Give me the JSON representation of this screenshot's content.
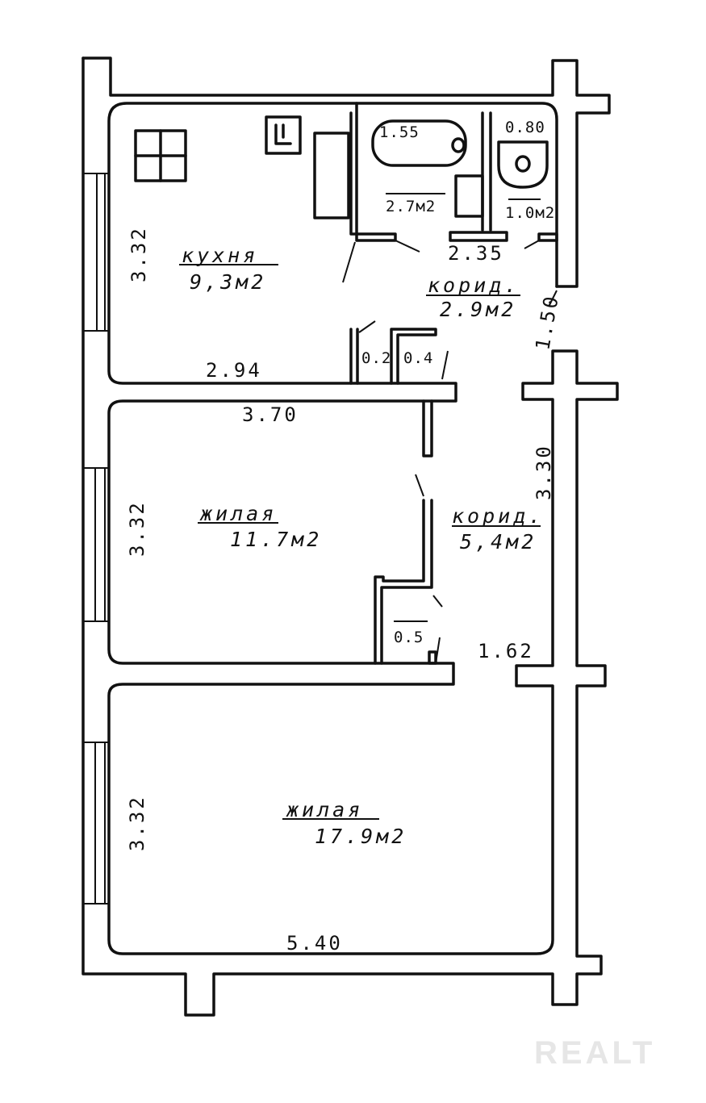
{
  "rooms": {
    "kitchen": {
      "name": "кухня",
      "area": "9,3м2"
    },
    "bathroom": {
      "length": "1.55",
      "area": "2.7м2"
    },
    "toilet": {
      "length": "0.80",
      "area": "1.0м2"
    },
    "corridor1": {
      "name": "корид.",
      "area": "2.9м2"
    },
    "living1": {
      "name": "жилая",
      "area": "11.7м2"
    },
    "corridor2": {
      "name": "корид.",
      "area": "5,4м2"
    },
    "living2": {
      "name": "жилая",
      "area": "17.9м2"
    }
  },
  "dimensions": {
    "kitchen_height": "3.32",
    "kitchen_width": "2.94",
    "bath_width": "2.35",
    "corridor_diag": "1.50",
    "closet_a": "0.2",
    "closet_b": "0.4",
    "living1_width": "3.70",
    "living1_height": "3.32",
    "corridor2_height": "3.30",
    "closet_c": "0.5",
    "corridor2_width": "1.62",
    "living2_height": "3.32",
    "living2_width": "5.40"
  },
  "watermark": "REALT"
}
